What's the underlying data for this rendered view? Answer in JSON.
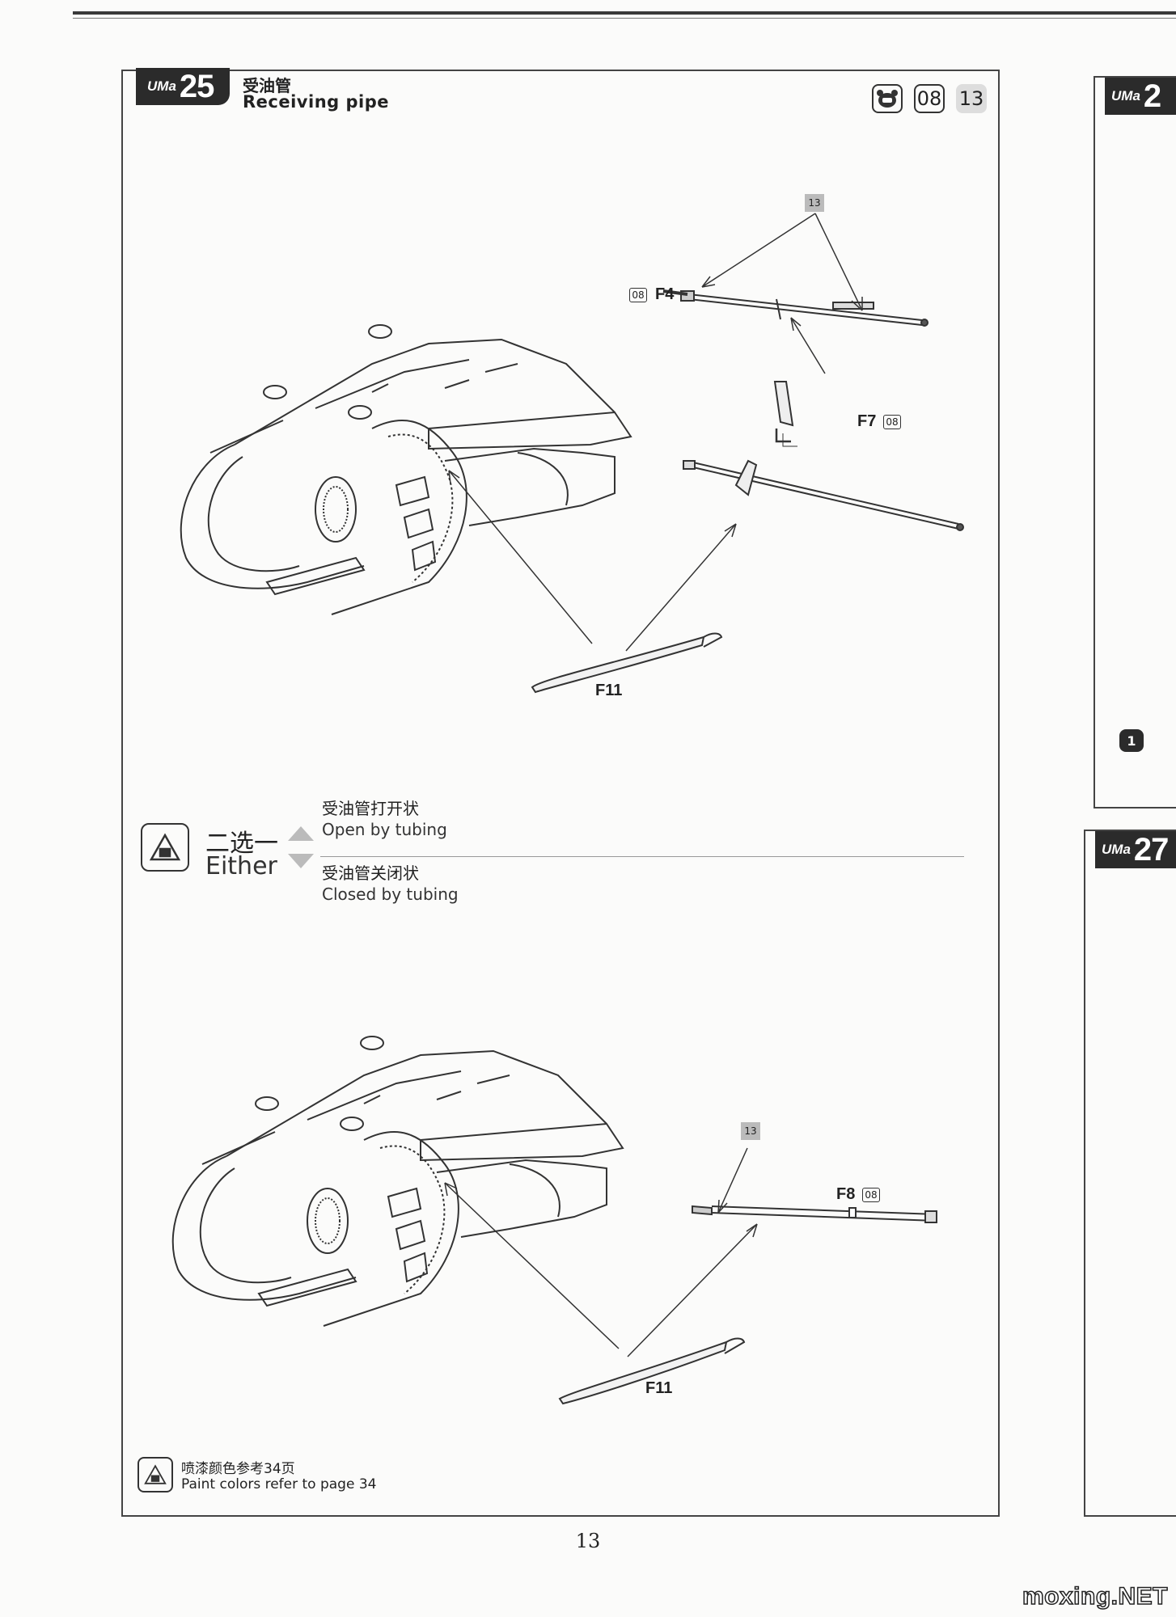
{
  "step": {
    "brand": "UMa",
    "number": "25",
    "title_cn": "受油管",
    "title_en": "Receiving pipe",
    "tags": {
      "decal_icon": "decal-icon",
      "paint_tag": "08",
      "ref_tag": "13"
    }
  },
  "parts": {
    "f4": "F4",
    "f7": "F7",
    "f8": "F8",
    "f11_top": "F11",
    "f11_bottom": "F11",
    "paint_08": "08",
    "ref_13": "13"
  },
  "either": {
    "cn": "二选一",
    "en": "Either",
    "option_open_cn": "受油管打开状",
    "option_open_en": "Open by tubing",
    "option_closed_cn": "受油管关闭状",
    "option_closed_en": "Closed by tubing"
  },
  "note": {
    "cn": "喷漆颜色参考34页",
    "en": "Paint colors refer to page 34"
  },
  "page_number": "13",
  "next_steps": {
    "brand": "UMa",
    "step_a": "2",
    "step_b": "27",
    "decal_num": "1"
  },
  "watermark": "moxing.NET"
}
